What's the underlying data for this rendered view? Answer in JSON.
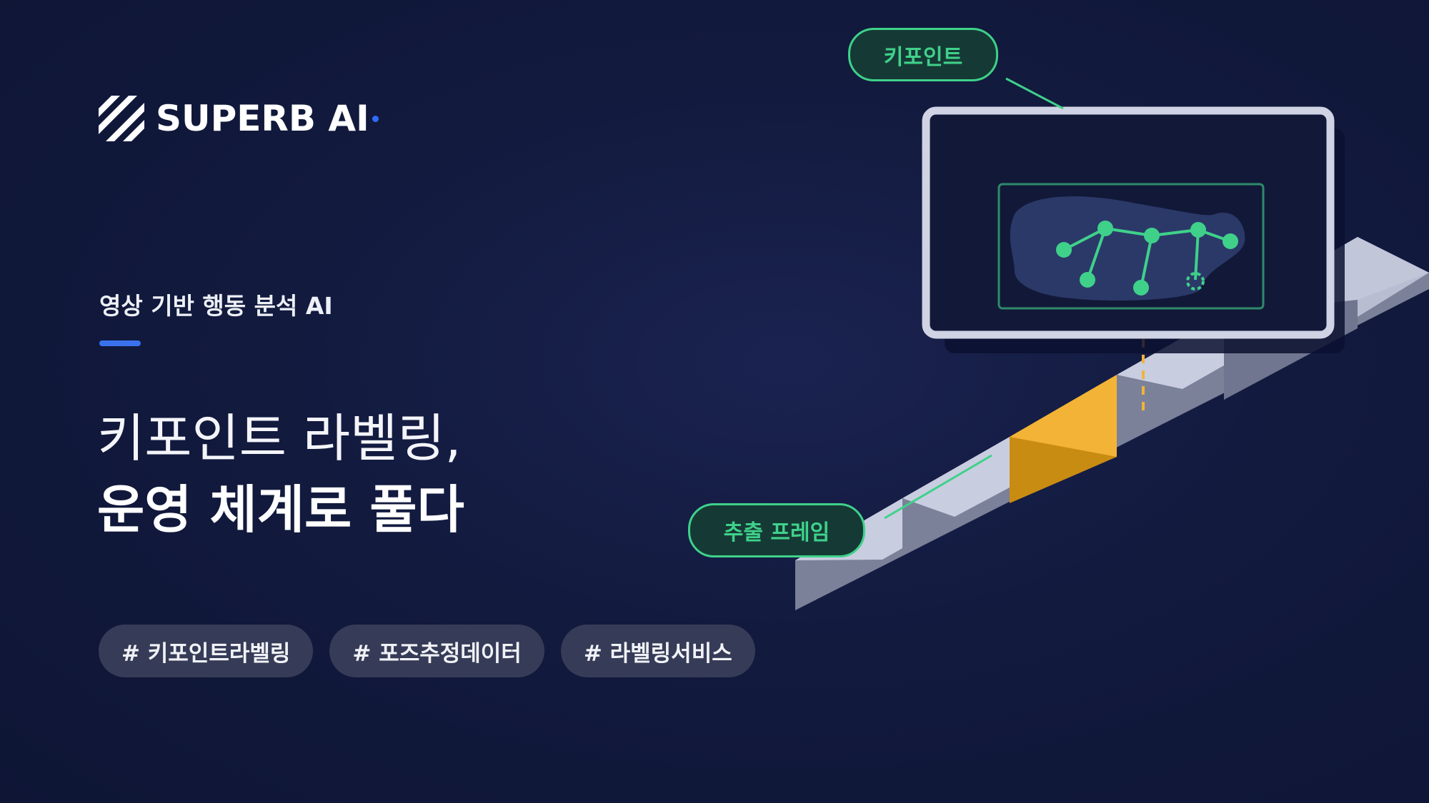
{
  "brand": {
    "name": "SUPERB AI",
    "accent_color": "#2f6bff"
  },
  "hero": {
    "subtitle": "영상 기반 행동 분석 AI",
    "headline_line1": "키포인트 라벨링,",
    "headline_line2": "운영 체계로 풀다"
  },
  "tags": [
    {
      "label": "# 키포인트라벨링"
    },
    {
      "label": "# 포즈추정데이터"
    },
    {
      "label": "# 라벨링서비스"
    }
  ],
  "illustration": {
    "keypoint_label": "키포인트",
    "frame_label": "추출 프레임",
    "colors": {
      "keypoint_green": "#3fd18a",
      "highlight_frame": "#f2b336",
      "monitor_border": "#cfd3e3"
    },
    "icons": [
      "logo-mark-icon",
      "keypoint-skeleton-icon",
      "monitor-icon",
      "film-strip-icon"
    ]
  }
}
